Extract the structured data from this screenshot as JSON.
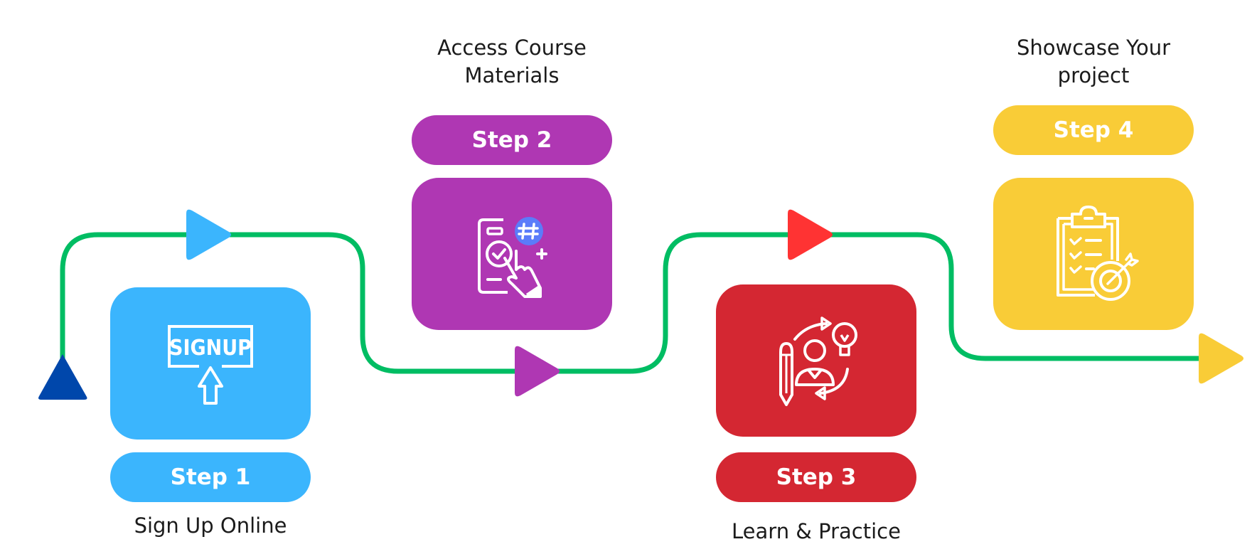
{
  "title": "Course journey steps",
  "colors": {
    "path": "#00BD63",
    "start_marker": "#0047AB",
    "step1": "#3BB5FD",
    "step2": "#AF37B3",
    "step3": "#D42732",
    "step3_arrow": "#FF3333",
    "step4": "#F9CC37",
    "badge": "#5B7CFA",
    "caption_text": "#1b1b1b"
  },
  "steps": [
    {
      "label": "Step 1",
      "caption": "Sign Up Online",
      "icon": "signup-icon",
      "icon_text": "SIGNUP"
    },
    {
      "label": "Step 2",
      "caption": "Access Course\nMaterials",
      "icon": "touch-phone-hashtag-icon",
      "icon_text": "#"
    },
    {
      "label": "Step 3",
      "caption": "Learn & Practice",
      "icon": "learn-idea-cycle-icon"
    },
    {
      "label": "Step 4",
      "caption": "Showcase Your\nproject",
      "icon": "clipboard-target-icon"
    }
  ]
}
